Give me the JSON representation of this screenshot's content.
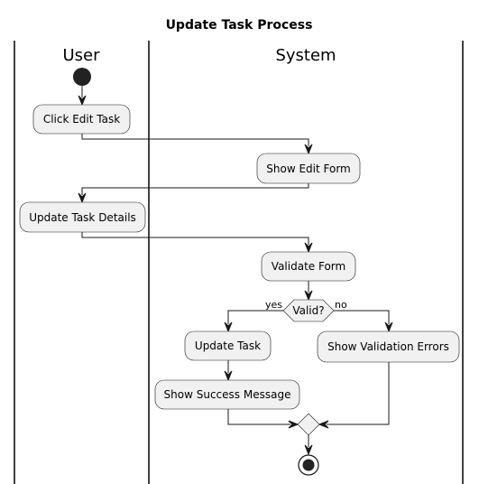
{
  "diagram": {
    "title": "Update Task Process",
    "lanes": [
      {
        "name": "User"
      },
      {
        "name": "System"
      }
    ],
    "nodes": {
      "click_edit": "Click Edit Task",
      "show_edit_form": "Show Edit Form",
      "update_details": "Update Task Details",
      "validate_form": "Validate Form",
      "decision": "Valid?",
      "update_task": "Update Task",
      "show_errors": "Show Validation Errors",
      "show_success": "Show Success Message"
    },
    "guards": {
      "yes": "yes",
      "no": "no"
    }
  }
}
